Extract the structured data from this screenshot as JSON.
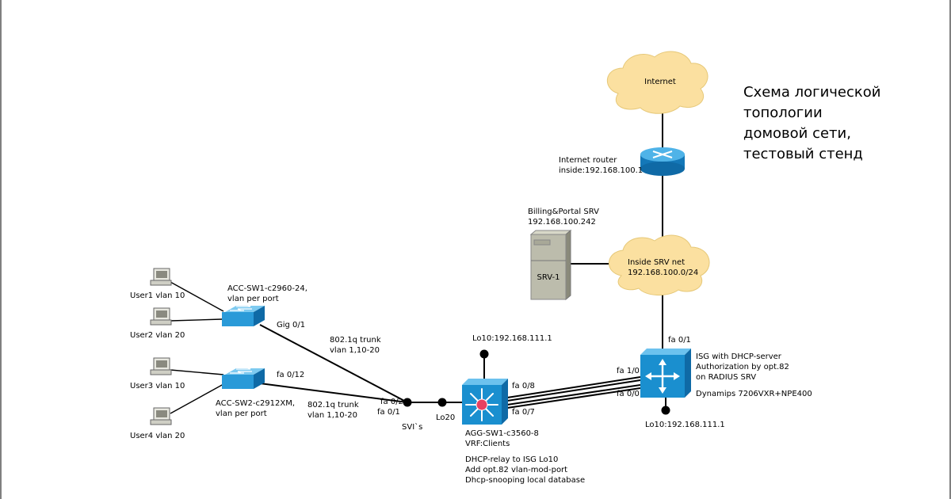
{
  "title_lines": [
    "Схема логической",
    "топологии",
    "домовой сети,",
    "тестовый стенд"
  ],
  "nodes": {
    "internet": {
      "label": "Internet"
    },
    "internet_router": {
      "lines": [
        "Internet router",
        "inside:192.168.100.1"
      ]
    },
    "billing_srv": {
      "lines": [
        "Billing&Portal SRV",
        "192.168.100.242"
      ],
      "box_label": "SRV-1"
    },
    "inside_net": {
      "lines": [
        "Inside SRV net",
        "192.168.100.0/24"
      ]
    },
    "isg": {
      "lines": [
        "ISG with DHCP-server",
        "Authorization by opt.82",
        "on RADIUS SRV"
      ],
      "platform": "Dynamips 7206VXR+NPE400",
      "loopback": "Lo10:192.168.111.1",
      "ports": {
        "up": "fa 0/1",
        "link1": "fa 1/0",
        "link2": "fa 0/0"
      }
    },
    "agg": {
      "lines": [
        "AGG-SW1-c3560-8",
        "VRF:Clients"
      ],
      "notes": [
        "DHCP-relay to ISG Lo10",
        "Add opt.82 vlan-mod-port",
        "Dhcp-snooping local database"
      ],
      "loopback": "Lo10:192.168.111.1",
      "ports": {
        "p8": "fa 0/8",
        "p7": "fa 0/7",
        "lo20": "Lo20"
      }
    },
    "svi": {
      "label": "SVI`s",
      "port_up": "fa 0/2",
      "port_down": "fa 0/1"
    },
    "acc1": {
      "lines": [
        "ACC-SW1-c2960-24,",
        "vlan per port"
      ],
      "uplink": "Gig 0/1",
      "trunk": [
        "802.1q trunk",
        "vlan 1,10-20"
      ]
    },
    "acc2": {
      "lines": [
        "ACC-SW2-c2912XM,",
        "vlan per port"
      ],
      "uplink": "fa 0/12",
      "trunk": [
        "802.1q trunk",
        "vlan 1,10-20"
      ]
    },
    "users": [
      "User1 vlan 10",
      "User2 vlan 20",
      "User3 vlan 10",
      "User4 vlan 20"
    ]
  },
  "colors": {
    "cloud_fill": "#fbe0a0",
    "router_blue": "#1a8fcf",
    "switch_blue": "#2a9ad8",
    "server_gray": "#b8b8a8",
    "agg_center": "#e84060"
  }
}
